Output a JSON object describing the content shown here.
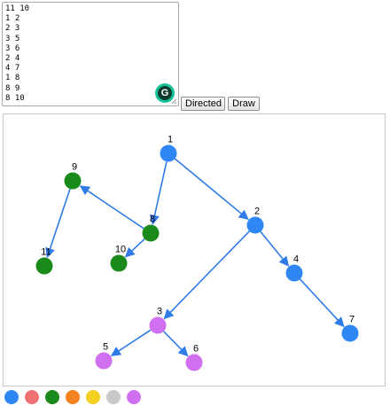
{
  "editor": {
    "text": "11 10\n1 2\n2 3\n3 5\n3 6\n2 4\n4 7\n1 8\n8 9\n8 10"
  },
  "toolbar": {
    "directed_label": "Directed",
    "draw_label": "Draw"
  },
  "grammarly": {
    "glyph": "G"
  },
  "graph": {
    "edge_color": "#2f7be8",
    "nodes": [
      {
        "id": "1",
        "color": "#2f87f5"
      },
      {
        "id": "2",
        "color": "#2f87f5"
      },
      {
        "id": "3",
        "color": "#d070f0"
      },
      {
        "id": "4",
        "color": "#2f87f5"
      },
      {
        "id": "5",
        "color": "#d070f0"
      },
      {
        "id": "6",
        "color": "#d070f0"
      },
      {
        "id": "7",
        "color": "#2f87f5"
      },
      {
        "id": "8",
        "color": "#1a8a1a"
      },
      {
        "id": "9",
        "color": "#1a8a1a"
      },
      {
        "id": "10",
        "color": "#1a8a1a"
      },
      {
        "id": "11",
        "color": "#1a8a1a"
      }
    ],
    "edges": [
      [
        "1",
        "2"
      ],
      [
        "2",
        "3"
      ],
      [
        "3",
        "5"
      ],
      [
        "3",
        "6"
      ],
      [
        "2",
        "4"
      ],
      [
        "4",
        "7"
      ],
      [
        "1",
        "8"
      ],
      [
        "8",
        "9"
      ],
      [
        "8",
        "10"
      ],
      [
        "9",
        "11"
      ]
    ]
  },
  "palette": {
    "colors": [
      "#2f87f5",
      "#f07373",
      "#1a8a1a",
      "#f58220",
      "#f5d020",
      "#c8c8c8",
      "#d070f0"
    ]
  }
}
